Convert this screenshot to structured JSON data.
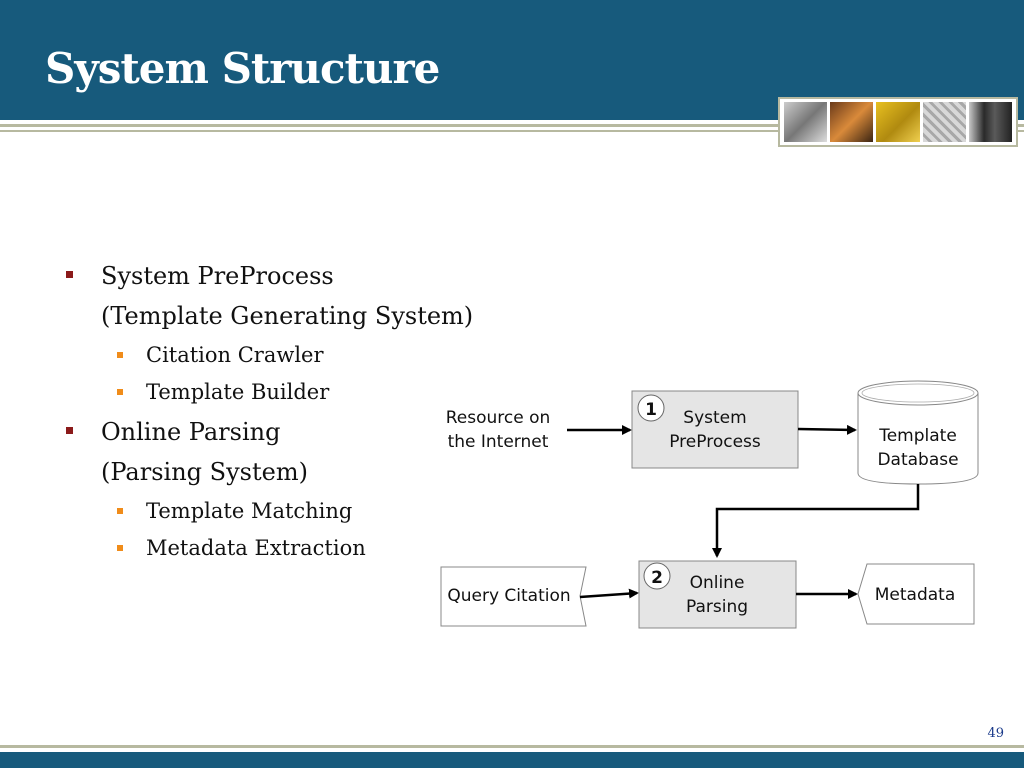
{
  "slide": {
    "title": "System Structure",
    "page_number": "49",
    "colors": {
      "header": "#175a7c",
      "rule": "#b7b9a0",
      "bullet_l1": "#8b1a1a",
      "bullet_l2": "#f08c1a"
    }
  },
  "bullets": [
    {
      "level": 1,
      "text": "System PreProcess"
    },
    {
      "level": 1,
      "text": "(Template Generating System)",
      "continuation": true
    },
    {
      "level": 2,
      "text": "Citation Crawler"
    },
    {
      "level": 2,
      "text": "Template Builder"
    },
    {
      "level": 1,
      "text": "Online Parsing"
    },
    {
      "level": 1,
      "text": "(Parsing System)",
      "continuation": true
    },
    {
      "level": 2,
      "text": "Template Matching"
    },
    {
      "level": 2,
      "text": "Metadata Extraction"
    }
  ],
  "diagram": {
    "resource": [
      "Resource on",
      "the Internet"
    ],
    "preprocess": {
      "number": "1",
      "lines": [
        "System",
        "PreProcess"
      ]
    },
    "database": [
      "Template",
      "Database"
    ],
    "query": "Query Citation",
    "parsing": {
      "number": "2",
      "lines": [
        "Online",
        "Parsing"
      ]
    },
    "metadata": "Metadata"
  }
}
